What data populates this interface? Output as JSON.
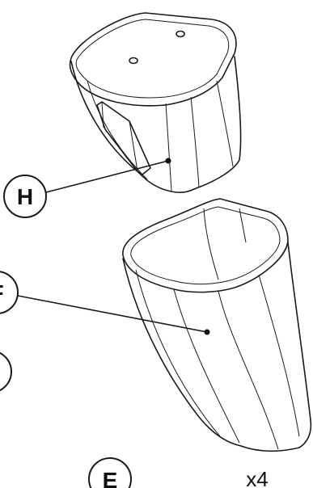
{
  "labels": {
    "part_h": "H",
    "part_f": "F",
    "part_e": "E",
    "quantity": "x4"
  }
}
